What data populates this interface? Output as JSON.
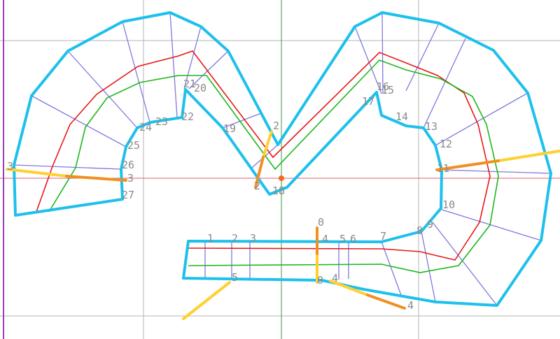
{
  "colors": {
    "background": "#ffffff",
    "grid": "#b5b5b5",
    "axis_horizontal": "#e06070",
    "axis_vertical": "#3a9a3a",
    "left_border": "#9b3fb3",
    "outer_boundary": "#1ec0ec",
    "section_lines": "#8078e0",
    "red_lane": "#e81818",
    "green_lane": "#1cb81c",
    "marker_light": "#ffd030",
    "marker_dark": "#f09020",
    "origin_dot": "#f06a20",
    "label_text": "#8a8a8a"
  },
  "labels": {
    "l1": "1",
    "l2": "2",
    "l3": "3",
    "l4": "4",
    "l5": "5",
    "l6": "6",
    "l7": "7",
    "l8": "8",
    "l9": "9",
    "l10": "10",
    "l11": "11",
    "l12": "12",
    "l13": "13",
    "l14": "14",
    "l15": "15",
    "l16": "16",
    "l17": "17",
    "l18": "18",
    "l19": "19",
    "l20": "20",
    "l21": "21",
    "l22": "22",
    "l23": "23",
    "l24": "24",
    "l25": "25",
    "l26": "26",
    "l27": "27",
    "m0": "0",
    "m0b": "0",
    "m2": "2",
    "m2b": "2",
    "m3": "3",
    "m3b": "3",
    "m4": "4",
    "m4b": "4",
    "m5": "5"
  }
}
